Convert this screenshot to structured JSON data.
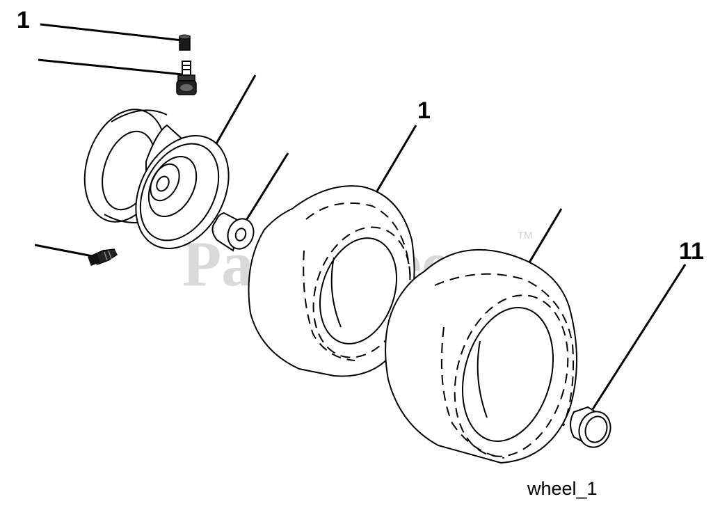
{
  "diagram": {
    "callouts": [
      {
        "id": "callout-valve-cap",
        "label": "1"
      },
      {
        "id": "callout-front-tire",
        "label": "1"
      },
      {
        "id": "callout-hub-cap",
        "label": "11"
      }
    ],
    "caption": "wheel_1",
    "watermark": {
      "text": "PartsTree",
      "trademark": "TM"
    },
    "colors": {
      "ink": "#000000",
      "background": "#ffffff",
      "watermark": "#d9d9d9"
    }
  }
}
